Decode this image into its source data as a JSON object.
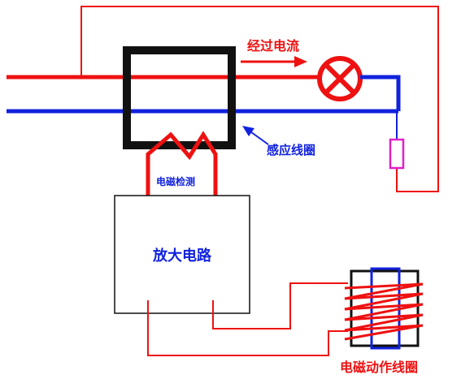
{
  "labels": {
    "current_flow": "经过电流",
    "induction_coil": "感应线圈",
    "em_detection": "电磁检测",
    "amplifier": "放大电路",
    "actuator_coil": "电磁动作线圈"
  },
  "colors": {
    "live_wire": "#ee1111",
    "neutral_wire": "#1122dd",
    "core": "#111111",
    "resistor": "#e020c8",
    "text_red": "#ee1111",
    "text_blue": "#1122dd"
  }
}
